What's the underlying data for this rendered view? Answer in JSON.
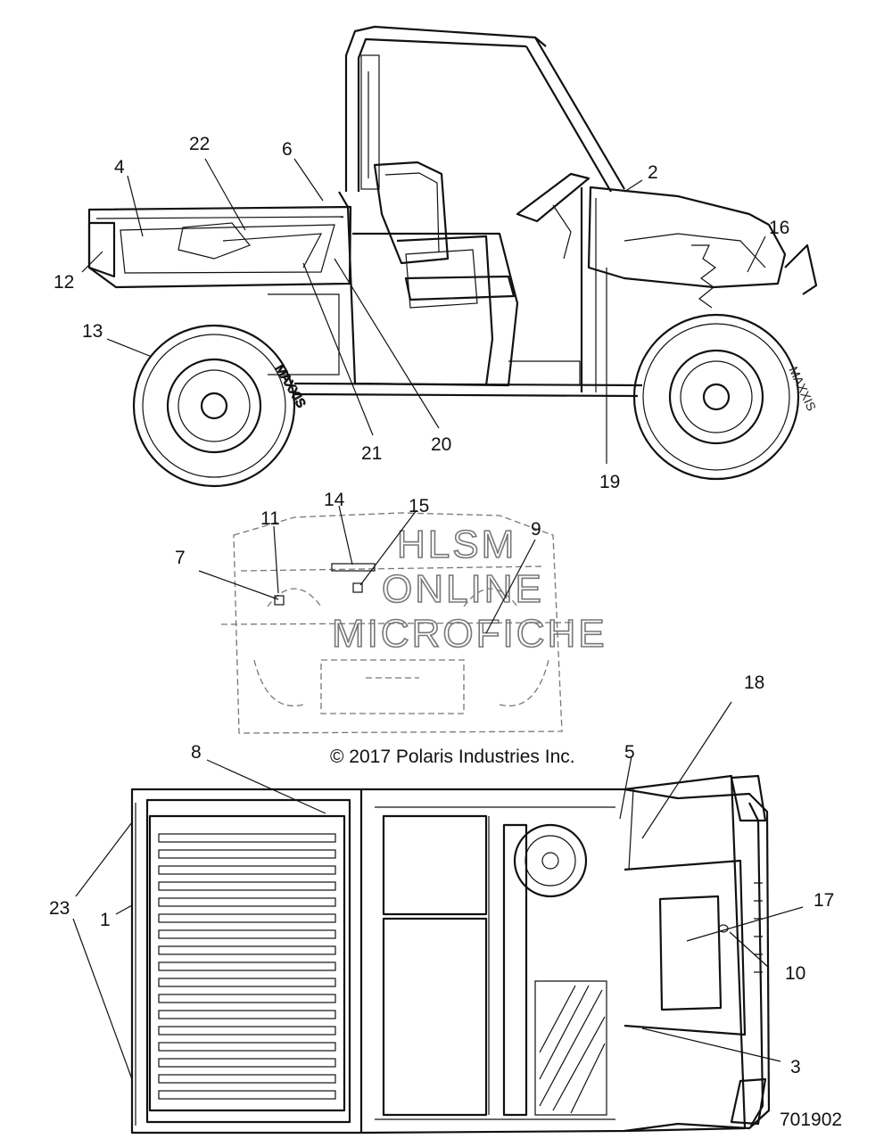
{
  "watermark": {
    "line1": "HLSM",
    "line2": "ONLINE",
    "line3": "MICROFICHE"
  },
  "copyright": "© 2017 Polaris Industries Inc.",
  "figure_number": "701902",
  "side_view": {
    "tire_text": "MAXXIS"
  },
  "callouts": {
    "c1": "1",
    "c2": "2",
    "c3": "3",
    "c4": "4",
    "c5": "5",
    "c6": "6",
    "c7": "7",
    "c8": "8",
    "c9": "9",
    "c10": "10",
    "c11": "11",
    "c12": "12",
    "c13": "13",
    "c14": "14",
    "c15": "15",
    "c16": "16",
    "c17": "17",
    "c18": "18",
    "c19": "19",
    "c20": "20",
    "c21": "21",
    "c22": "22",
    "c23": "23"
  }
}
